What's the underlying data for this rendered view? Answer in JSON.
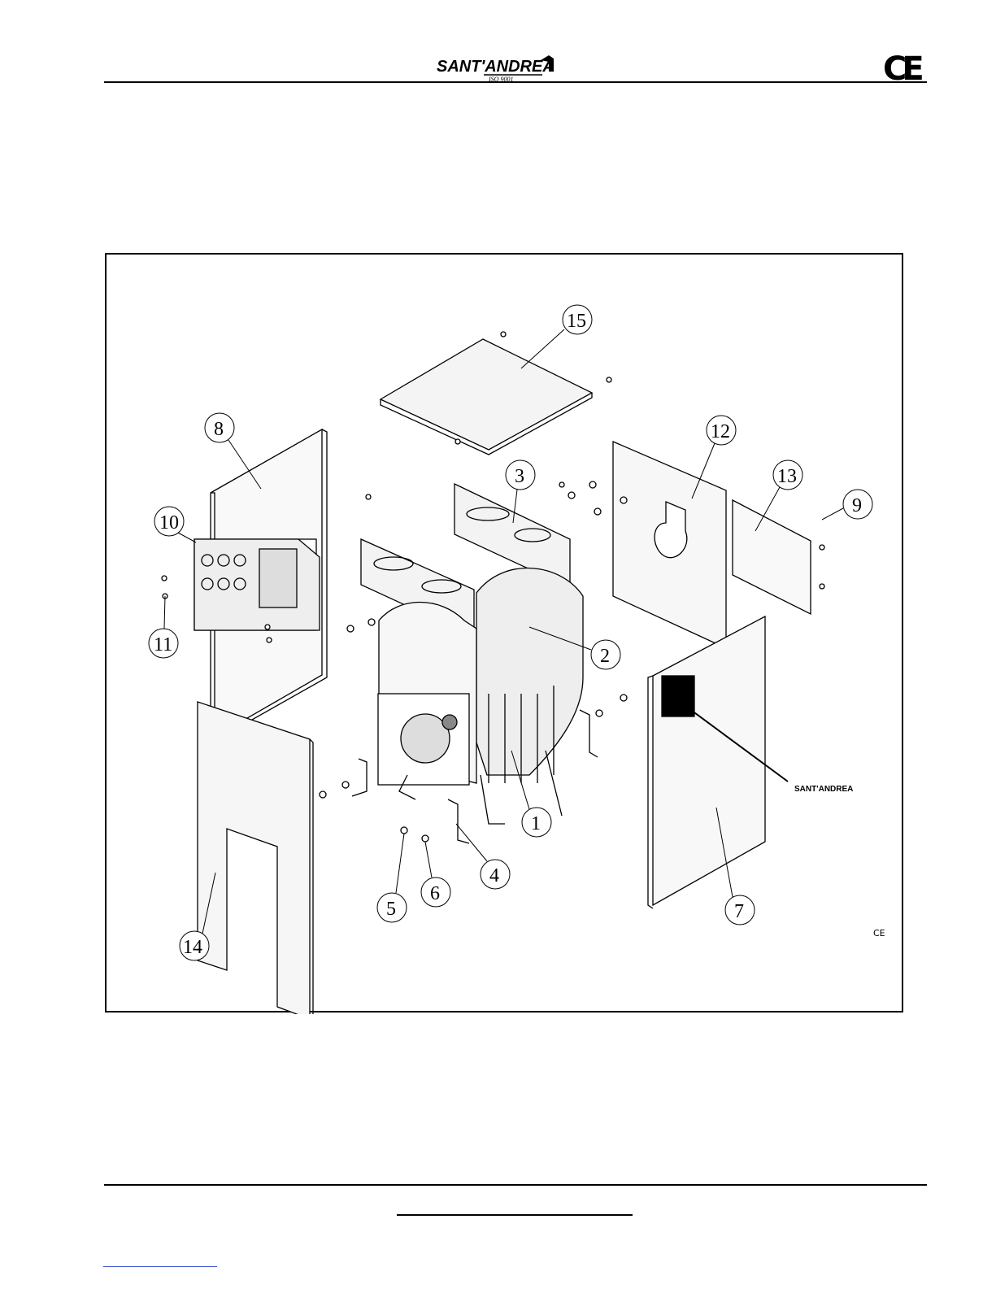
{
  "header": {
    "brand": "SANT'ANDREA",
    "brand_sub": "ISO 9001",
    "mark": "CE"
  },
  "diagram": {
    "callouts": [
      "1",
      "2",
      "3",
      "4",
      "5",
      "6",
      "7",
      "8",
      "9",
      "10",
      "11",
      "12",
      "13",
      "14",
      "15"
    ],
    "small_mark": "CE"
  },
  "colors": {
    "ink": "#000000",
    "link": "#3b55c8"
  }
}
